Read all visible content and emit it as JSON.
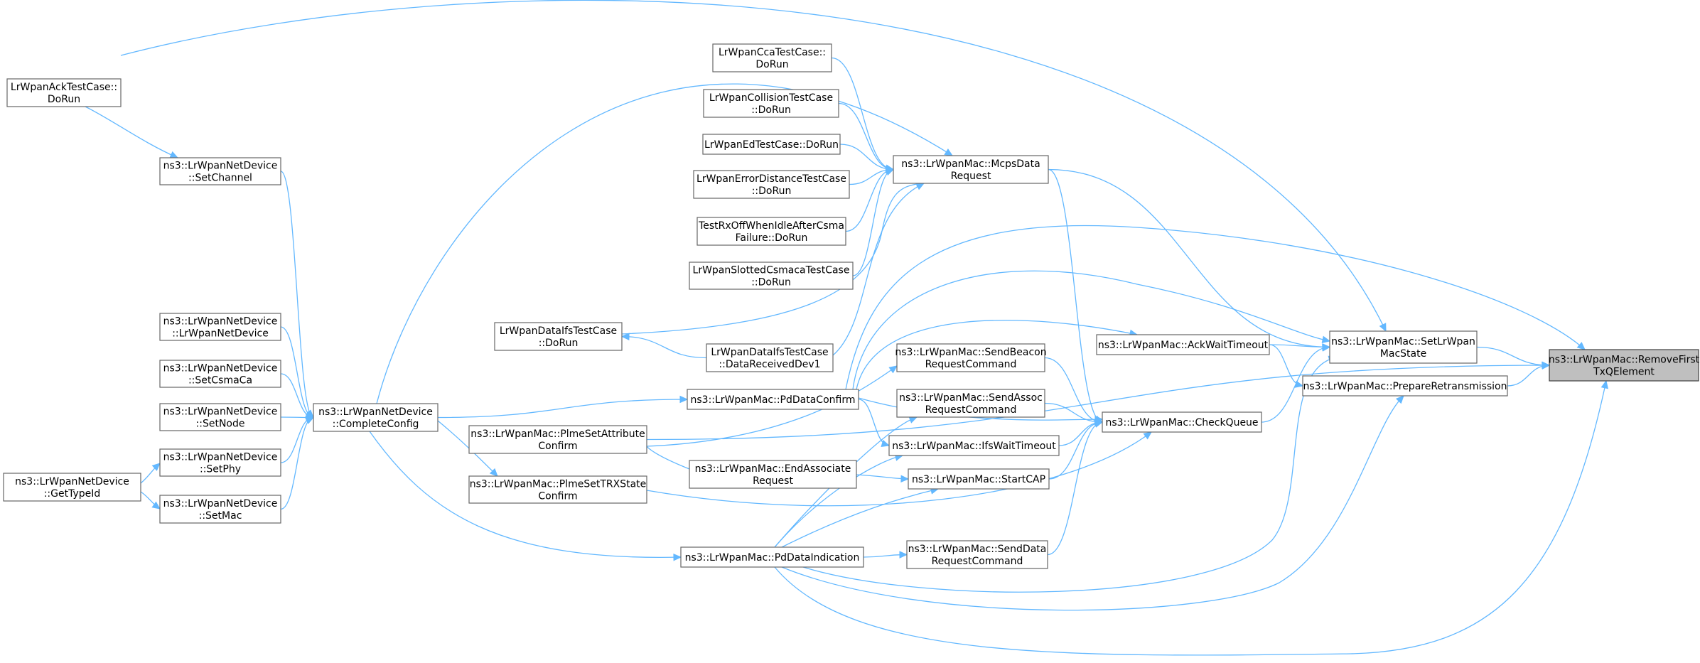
{
  "graph": {
    "nodes": [
      {
        "id": "remove",
        "lines": [
          "ns3::LrWpanMac::RemoveFirst",
          "TxQElement"
        ],
        "focus": true
      },
      {
        "id": "setstate",
        "lines": [
          "ns3::LrWpanMac::SetLrWpan",
          "MacState"
        ]
      },
      {
        "id": "prepare",
        "lines": [
          "ns3::LrWpanMac::PrepareRetransmission"
        ]
      },
      {
        "id": "ackwait",
        "lines": [
          "ns3::LrWpanMac::AckWaitTimeout"
        ]
      },
      {
        "id": "checkqueue",
        "lines": [
          "ns3::LrWpanMac::CheckQueue"
        ]
      },
      {
        "id": "mcps",
        "lines": [
          "ns3::LrWpanMac::McpsData",
          "Request"
        ]
      },
      {
        "id": "sendbeacon",
        "lines": [
          "ns3::LrWpanMac::SendBeacon",
          "RequestCommand"
        ]
      },
      {
        "id": "sendassoc",
        "lines": [
          "ns3::LrWpanMac::SendAssoc",
          "RequestCommand"
        ]
      },
      {
        "id": "ifswait",
        "lines": [
          "ns3::LrWpanMac::IfsWaitTimeout"
        ]
      },
      {
        "id": "startcap",
        "lines": [
          "ns3::LrWpanMac::StartCAP"
        ]
      },
      {
        "id": "senddata",
        "lines": [
          "ns3::LrWpanMac::SendData",
          "RequestCommand"
        ]
      },
      {
        "id": "pddataconfirm",
        "lines": [
          "ns3::LrWpanMac::PdDataConfirm"
        ]
      },
      {
        "id": "pddataind",
        "lines": [
          "ns3::LrWpanMac::PdDataIndication"
        ]
      },
      {
        "id": "endassoc",
        "lines": [
          "ns3::LrWpanMac::EndAssociate",
          "Request"
        ]
      },
      {
        "id": "plmeattr",
        "lines": [
          "ns3::LrWpanMac::PlmeSetAttribute",
          "Confirm"
        ]
      },
      {
        "id": "plmetrx",
        "lines": [
          "ns3::LrWpanMac::PlmeSetTRXState",
          "Confirm"
        ]
      },
      {
        "id": "cca",
        "lines": [
          "LrWpanCcaTestCase::",
          "DoRun"
        ]
      },
      {
        "id": "collision",
        "lines": [
          "LrWpanCollisionTestCase",
          "::DoRun"
        ]
      },
      {
        "id": "ed",
        "lines": [
          "LrWpanEdTestCase::DoRun"
        ]
      },
      {
        "id": "errdist",
        "lines": [
          "LrWpanErrorDistanceTestCase",
          "::DoRun"
        ]
      },
      {
        "id": "rxoff",
        "lines": [
          "TestRxOffWhenIdleAfterCsma",
          "Failure::DoRun"
        ]
      },
      {
        "id": "slotted",
        "lines": [
          "LrWpanSlottedCsmacaTestCase",
          "::DoRun"
        ]
      },
      {
        "id": "ifsrun",
        "lines": [
          "LrWpanDataIfsTestCase",
          "::DoRun"
        ]
      },
      {
        "id": "ifsrecv",
        "lines": [
          "LrWpanDataIfsTestCase",
          "::DataReceivedDev1"
        ]
      },
      {
        "id": "complete",
        "lines": [
          "ns3::LrWpanNetDevice",
          "::CompleteConfig"
        ]
      },
      {
        "id": "ackrun",
        "lines": [
          "LrWpanAckTestCase::",
          "DoRun"
        ]
      },
      {
        "id": "setchannel",
        "lines": [
          "ns3::LrWpanNetDevice",
          "::SetChannel"
        ]
      },
      {
        "id": "ctor",
        "lines": [
          "ns3::LrWpanNetDevice",
          "::LrWpanNetDevice"
        ]
      },
      {
        "id": "setcsma",
        "lines": [
          "ns3::LrWpanNetDevice",
          "::SetCsmaCa"
        ]
      },
      {
        "id": "setnode",
        "lines": [
          "ns3::LrWpanNetDevice",
          "::SetNode"
        ]
      },
      {
        "id": "setphy",
        "lines": [
          "ns3::LrWpanNetDevice",
          "::SetPhy"
        ]
      },
      {
        "id": "setmac",
        "lines": [
          "ns3::LrWpanNetDevice",
          "::SetMac"
        ]
      },
      {
        "id": "gettypeid",
        "lines": [
          "ns3::LrWpanNetDevice",
          "::GetTypeId"
        ]
      }
    ],
    "edges": [
      [
        "setstate",
        "remove"
      ],
      [
        "prepare",
        "remove"
      ],
      [
        "pddataconfirm",
        "remove"
      ],
      [
        "pddataind",
        "remove"
      ],
      [
        "plmeattr",
        "remove"
      ],
      [
        "ackwait",
        "setstate"
      ],
      [
        "checkqueue",
        "setstate"
      ],
      [
        "mcps",
        "setstate"
      ],
      [
        "ackrun",
        "setstate"
      ],
      [
        "pddataconfirm",
        "setstate"
      ],
      [
        "pddataind",
        "setstate"
      ],
      [
        "ackwait",
        "prepare"
      ],
      [
        "pddataind",
        "prepare"
      ],
      [
        "sendbeacon",
        "checkqueue"
      ],
      [
        "sendassoc",
        "checkqueue"
      ],
      [
        "ifswait",
        "checkqueue"
      ],
      [
        "startcap",
        "checkqueue"
      ],
      [
        "senddata",
        "checkqueue"
      ],
      [
        "mcps",
        "checkqueue"
      ],
      [
        "pddataconfirm",
        "checkqueue"
      ],
      [
        "plmetrx",
        "checkqueue"
      ],
      [
        "cca",
        "mcps"
      ],
      [
        "collision",
        "mcps"
      ],
      [
        "ed",
        "mcps"
      ],
      [
        "errdist",
        "mcps"
      ],
      [
        "rxoff",
        "mcps"
      ],
      [
        "slotted",
        "mcps"
      ],
      [
        "ifsrun",
        "mcps"
      ],
      [
        "ifsrecv",
        "mcps"
      ],
      [
        "complete",
        "mcps"
      ],
      [
        "ifsrecv",
        "ifsrun"
      ],
      [
        "pddataconfirm",
        "ackwait"
      ],
      [
        "pddataconfirm",
        "ifswait"
      ],
      [
        "pddataind",
        "ifswait"
      ],
      [
        "pddataind",
        "startcap"
      ],
      [
        "endassoc",
        "startcap"
      ],
      [
        "pddataind",
        "senddata"
      ],
      [
        "pddataind",
        "sendassoc"
      ],
      [
        "plmeattr",
        "sendbeacon"
      ],
      [
        "complete",
        "pddataconfirm"
      ],
      [
        "complete",
        "pddataind"
      ],
      [
        "complete",
        "plmetrx"
      ],
      [
        "endassoc",
        "plmeattr"
      ],
      [
        "setchannel",
        "complete"
      ],
      [
        "ctor",
        "complete"
      ],
      [
        "setcsma",
        "complete"
      ],
      [
        "setnode",
        "complete"
      ],
      [
        "setphy",
        "complete"
      ],
      [
        "setmac",
        "complete"
      ],
      [
        "ackrun",
        "setchannel"
      ],
      [
        "gettypeid",
        "setphy"
      ],
      [
        "gettypeid",
        "setmac"
      ]
    ]
  }
}
